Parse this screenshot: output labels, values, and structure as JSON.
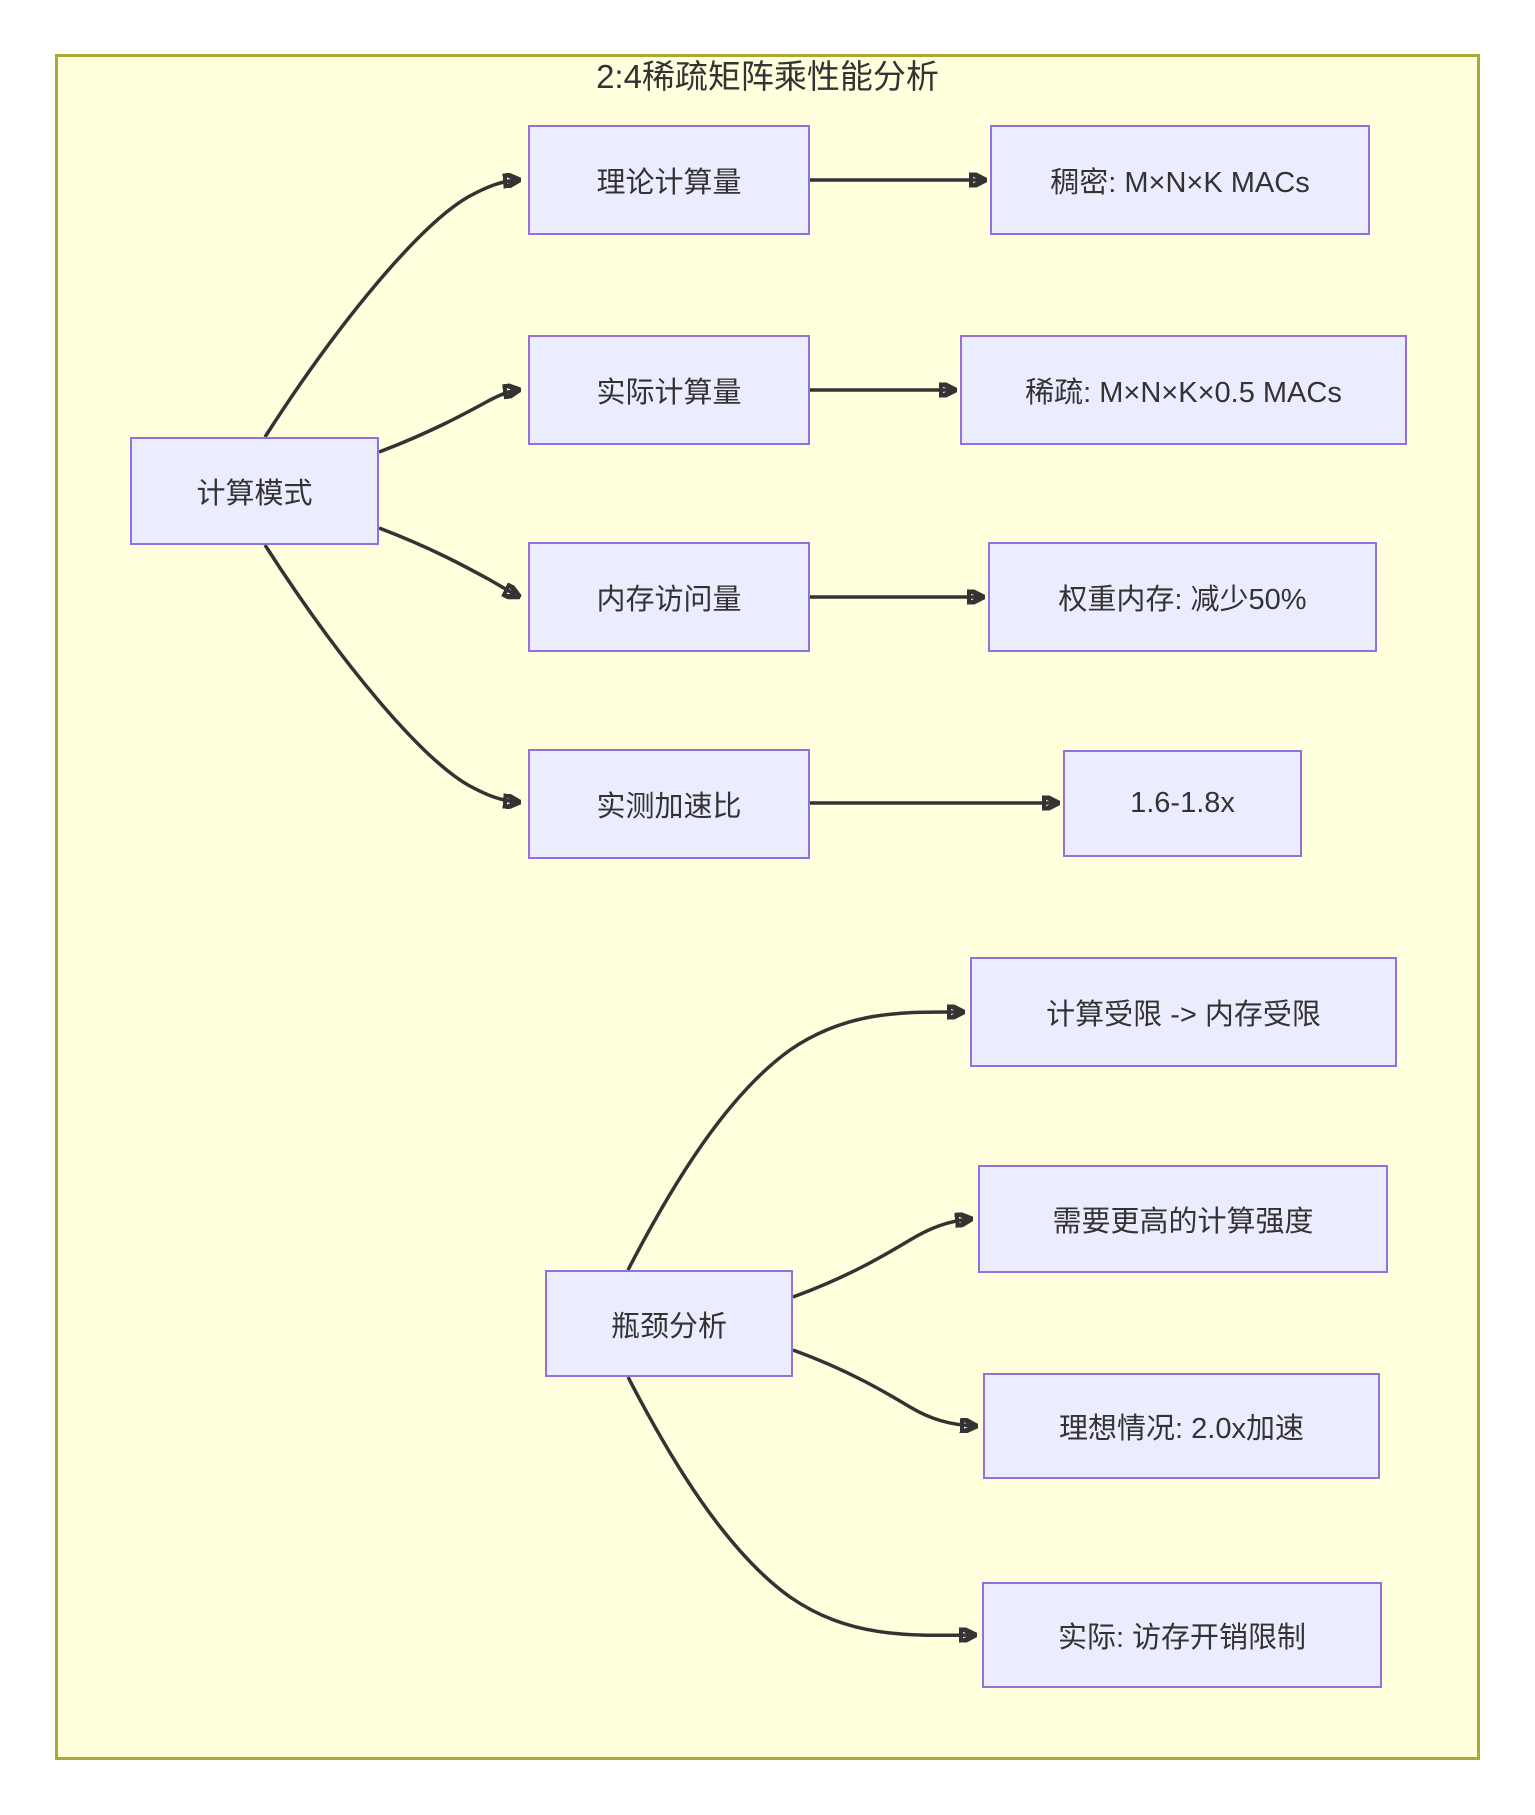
{
  "diagram": {
    "title": "2:4稀疏矩阵乘性能分析",
    "colors": {
      "page_background": "#ffffff",
      "diagram_background": "#ffffde",
      "diagram_border": "#aaaa33",
      "node_fill": "#ECECFF",
      "node_border": "#9370DB",
      "edge": "#333333",
      "text": "#333333"
    },
    "compute": {
      "root": "计算模式",
      "branches": [
        {
          "label": "理论计算量",
          "result": "稠密: M×N×K MACs"
        },
        {
          "label": "实际计算量",
          "result": "稀疏: M×N×K×0.5 MACs"
        },
        {
          "label": "内存访问量",
          "result": "权重内存: 减少50%"
        },
        {
          "label": "实测加速比",
          "result": "1.6-1.8x"
        }
      ]
    },
    "bottleneck": {
      "root": "瓶颈分析",
      "items": [
        "计算受限 -> 内存受限",
        "需要更高的计算强度",
        "理想情况: 2.0x加速",
        "实际: 访存开销限制"
      ]
    }
  }
}
